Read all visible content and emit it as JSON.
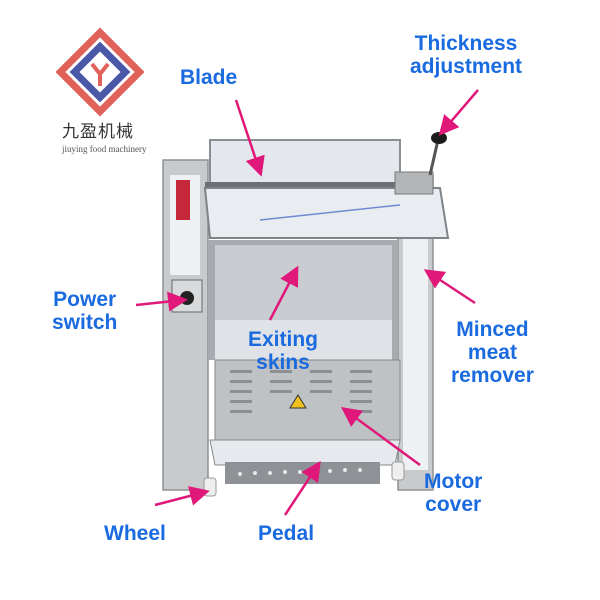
{
  "logo": {
    "name_cn": "九盈机械",
    "name_en": "jiuying food machinery",
    "colors": {
      "red": "#e0615a",
      "blue": "#4a58a8"
    }
  },
  "labels": {
    "blade": "Blade",
    "thickness_line1": "Thickness",
    "thickness_line2": "adjustment",
    "power_line1": "Power",
    "power_line2": "switch",
    "exiting_line1": "Exiting",
    "exiting_line2": "skins",
    "minced_line1": "Minced",
    "minced_line2": "meat",
    "minced_line3": "remover",
    "motor_line1": "Motor",
    "motor_line2": "cover",
    "wheel": "Wheel",
    "pedal": "Pedal"
  },
  "colors": {
    "label": "#1a6be0",
    "arrow": "#e0187a",
    "steel": "#b9bcc0"
  }
}
